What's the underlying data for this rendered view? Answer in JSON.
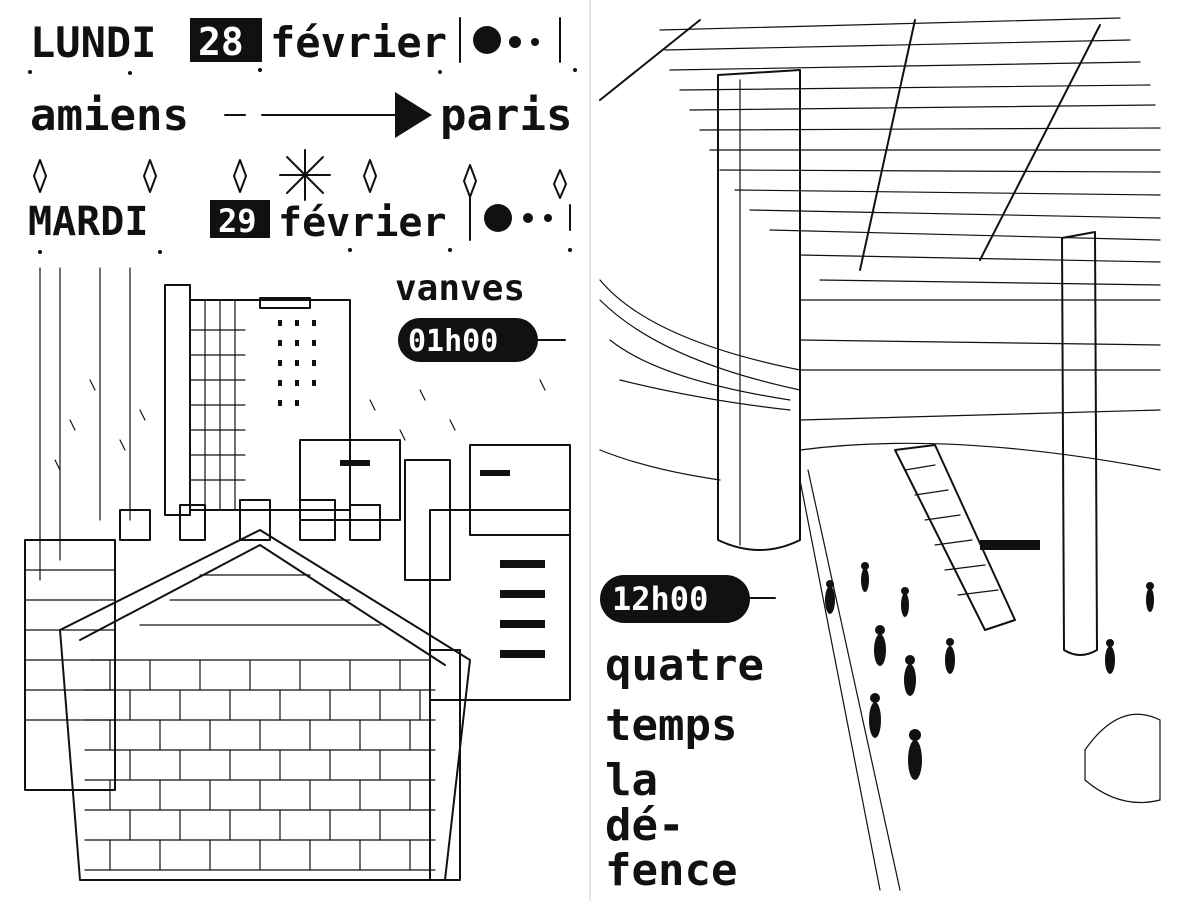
{
  "left_page": {
    "line1": {
      "day": "LUNDI",
      "date": "28",
      "month": "février"
    },
    "line2": {
      "from": "amiens",
      "to": "paris"
    },
    "line3": {
      "day": "MARDI",
      "date": "29",
      "month": "février"
    },
    "place1": {
      "name": "vanves",
      "time": "01h00"
    }
  },
  "right_page": {
    "time": "12h00",
    "place_lines": [
      "quatre",
      "temps",
      "la",
      "dé-",
      "fence"
    ]
  }
}
